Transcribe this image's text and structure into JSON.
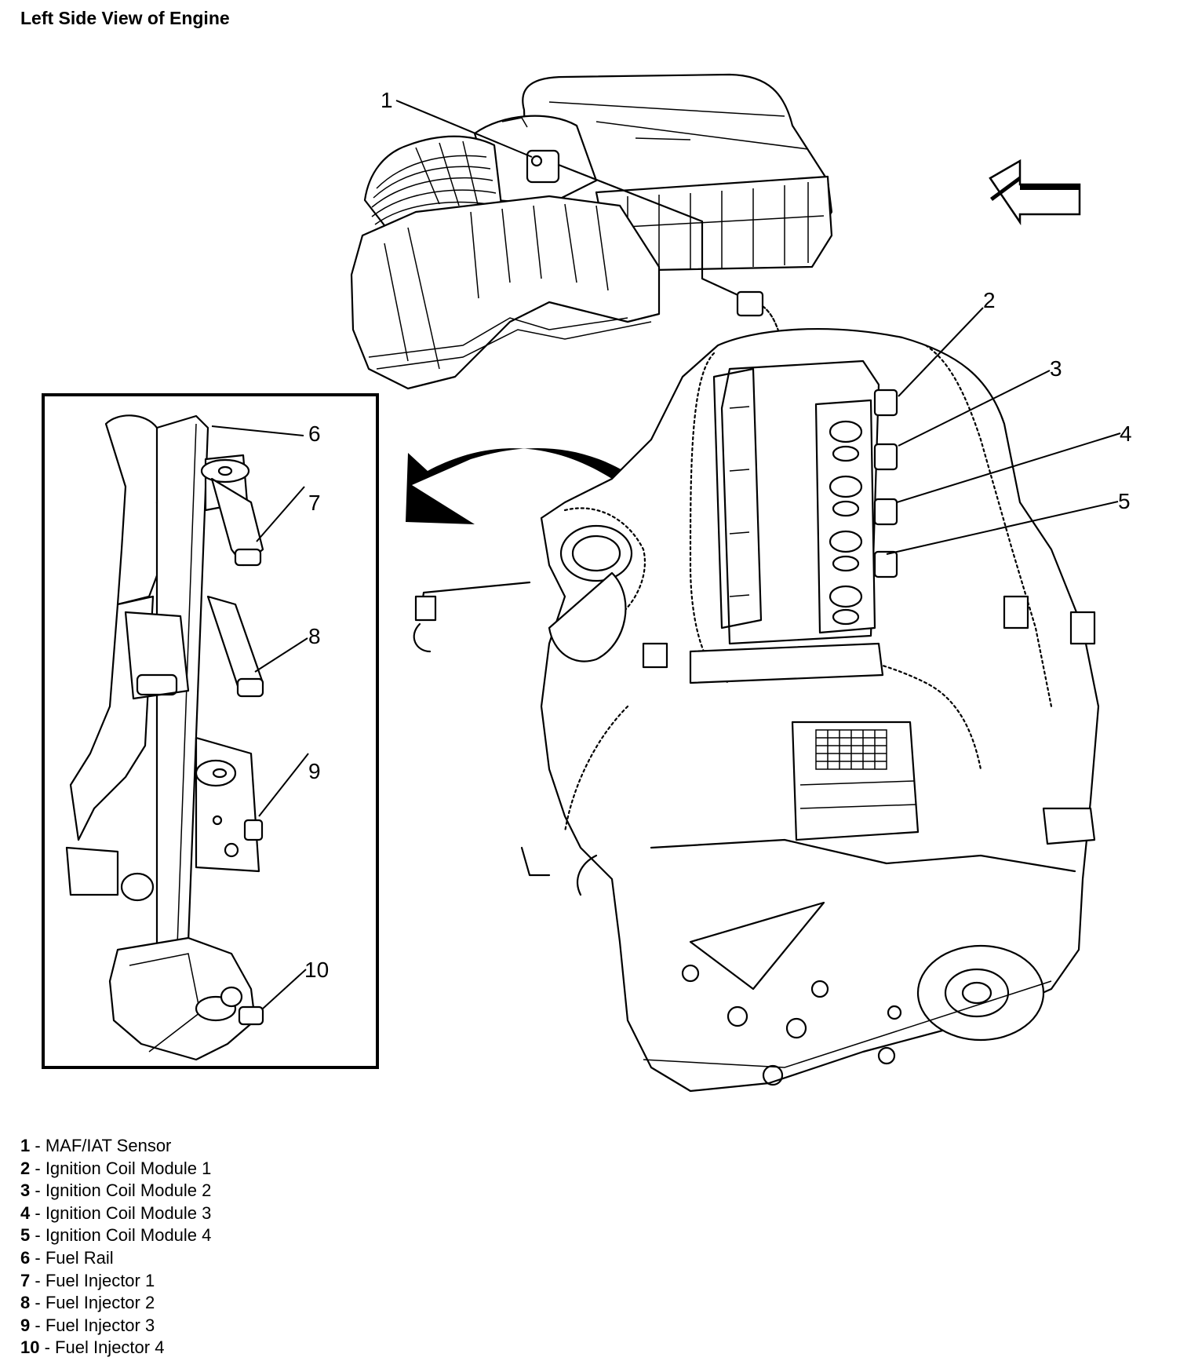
{
  "title": "Left Side View of Engine",
  "colors": {
    "ink": "#000000",
    "paper": "#ffffff"
  },
  "icons": {
    "direction_arrow": "left-outline-arrow-icon",
    "curved_arrow": "curved-left-arrow-icon"
  },
  "callouts": [
    {
      "number": "1",
      "label": "MAF/IAT Sensor"
    },
    {
      "number": "2",
      "label": "Ignition Coil Module 1"
    },
    {
      "number": "3",
      "label": "Ignition Coil Module 2"
    },
    {
      "number": "4",
      "label": "Ignition Coil Module 3"
    },
    {
      "number": "5",
      "label": "Ignition Coil Module 4"
    },
    {
      "number": "6",
      "label": "Fuel Rail"
    },
    {
      "number": "7",
      "label": "Fuel Injector 1"
    },
    {
      "number": "8",
      "label": "Fuel Injector 2"
    },
    {
      "number": "9",
      "label": "Fuel Injector 3"
    },
    {
      "number": "10",
      "label": "Fuel Injector 4"
    }
  ],
  "legend_separator": " - "
}
